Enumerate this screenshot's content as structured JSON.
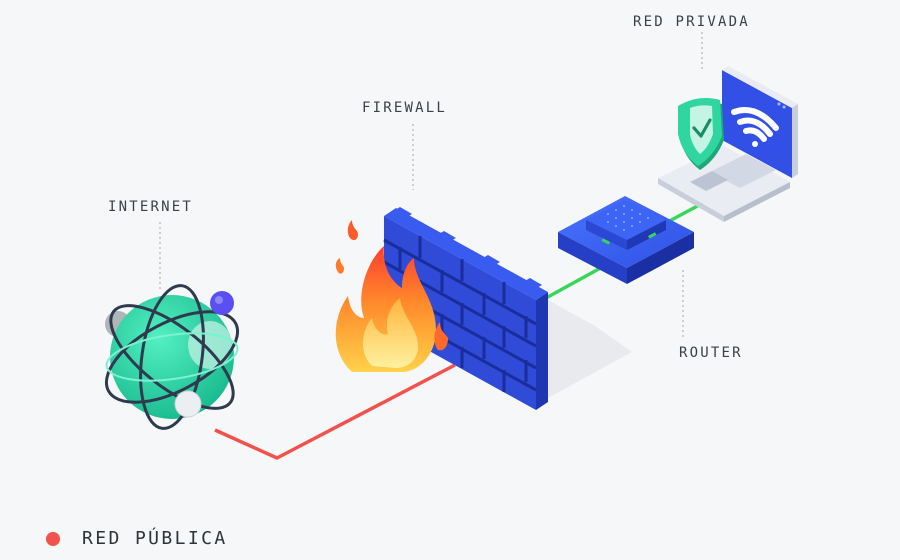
{
  "labels": {
    "internet": "INTERNET",
    "firewall": "FIREWALL",
    "router": "ROUTER",
    "private_network": "RED PRIVADA"
  },
  "legend": {
    "public_network": "RED PÚBLICA"
  },
  "colors": {
    "public_link": "#f2524d",
    "private_link": "#3ad65a",
    "wall": "#2f4bd8",
    "globe": "#31d6a4",
    "shield": "#2fd6a0",
    "legend_dot": "#f2524d"
  },
  "icons": {
    "internet": "globe-icon",
    "firewall": "brick-wall-icon",
    "fire": "flame-icon",
    "router": "router-icon",
    "laptop": "laptop-icon",
    "shield": "shield-check-icon",
    "wifi": "wifi-icon"
  }
}
